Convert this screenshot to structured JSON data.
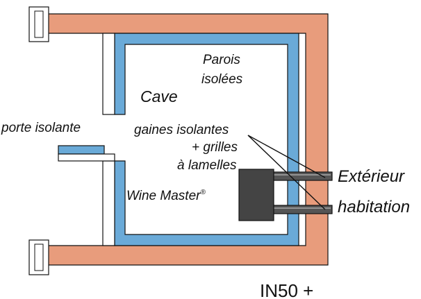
{
  "labels": {
    "walls": [
      "Parois",
      "isolées"
    ],
    "cave": "Cave",
    "ducts": [
      "gaines isolantes",
      "+ grilles",
      "à lamelles"
    ],
    "door": "porte isolante",
    "unit": "Wine Master",
    "unit_mark": "®",
    "outside": "Extérieur",
    "home": "habitation",
    "model": "IN50 +"
  },
  "colors": {
    "outer_wall": "#e89c7c",
    "insulation": "#6aaad8",
    "unit": "#444444",
    "duct": "#555555",
    "outline": "#111111"
  }
}
